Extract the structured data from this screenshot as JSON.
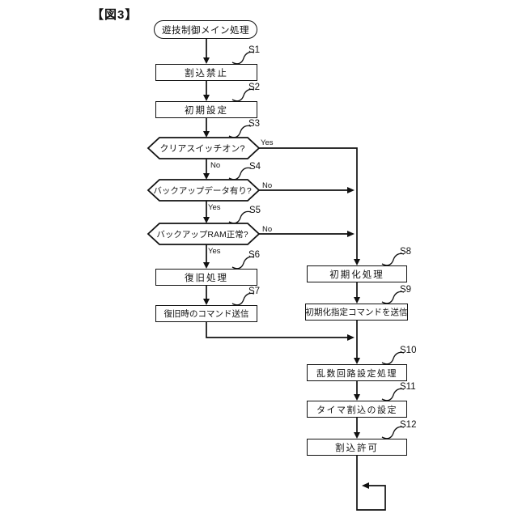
{
  "figure": {
    "label": "【図3】"
  },
  "flowchart": {
    "start": {
      "label": "遊技制御メイン処理"
    },
    "steps": [
      {
        "id": "S1",
        "label": "割込禁止",
        "type": "process"
      },
      {
        "id": "S2",
        "label": "初期設定",
        "type": "process"
      },
      {
        "id": "S3",
        "label": "クリアスイッチオン?",
        "type": "decision",
        "yes": "Yes",
        "no": "No"
      },
      {
        "id": "S4",
        "label": "バックアップデータ有り?",
        "type": "decision",
        "yes": "Yes",
        "no": "No"
      },
      {
        "id": "S5",
        "label": "バックアップRAM正常?",
        "type": "decision",
        "yes": "Yes",
        "no": "No"
      },
      {
        "id": "S6",
        "label": "復旧処理",
        "type": "process"
      },
      {
        "id": "S7",
        "label": "復旧時のコマンド送信",
        "type": "process"
      },
      {
        "id": "S8",
        "label": "初期化処理",
        "type": "process"
      },
      {
        "id": "S9",
        "label": "初期化指定コマンドを送信",
        "type": "process"
      },
      {
        "id": "S10",
        "label": "乱数回路設定処理",
        "type": "process"
      },
      {
        "id": "S11",
        "label": "タイマ割込の設定",
        "type": "process"
      },
      {
        "id": "S12",
        "label": "割込許可",
        "type": "process"
      }
    ],
    "line_color": "#111111",
    "background_color": "#ffffff"
  }
}
